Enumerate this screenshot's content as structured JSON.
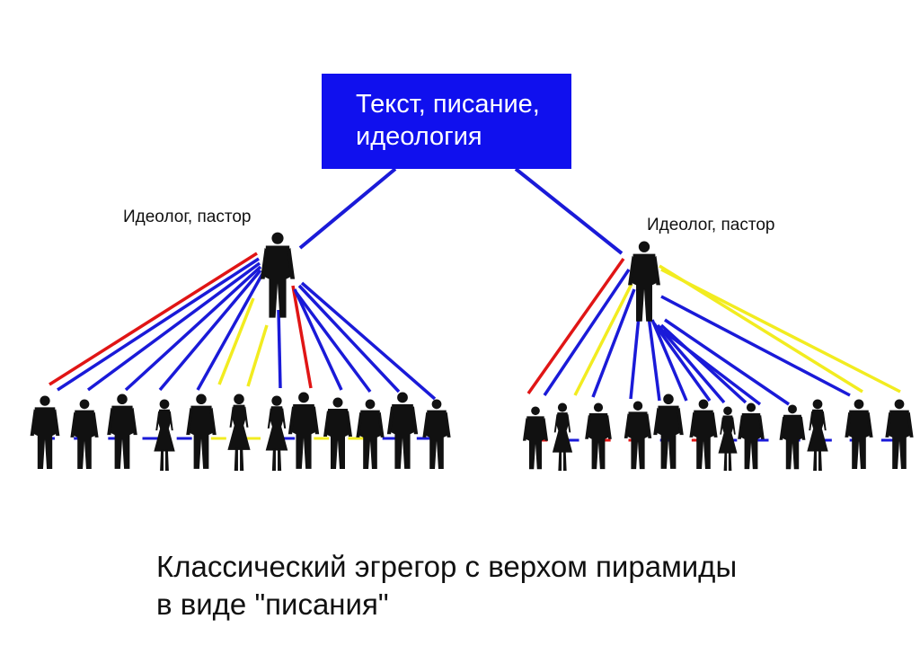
{
  "top": {
    "line1": "Текст, писание,",
    "line2": "идеология"
  },
  "leaders": [
    {
      "label": "Идеолог, пастор"
    },
    {
      "label": "Идеолог, пастор"
    }
  ],
  "caption": {
    "line1": "Классический эгрегор с верхом пирамиды",
    "line2": "в виде \"писания\""
  },
  "colors": {
    "box": "#1010ee",
    "blue": "#1a1ad8",
    "red": "#e01515",
    "yellow": "#f2ec20",
    "silhouette": "#111111"
  },
  "groups": [
    {
      "links": [
        "red",
        "blue",
        "blue",
        "blue",
        "blue",
        "blue",
        "yellow",
        "yellow",
        "blue",
        "red",
        "blue",
        "blue",
        "blue",
        "blue"
      ],
      "figures": [
        "m",
        "m",
        "m",
        "f",
        "m",
        "f",
        "f",
        "m",
        "m",
        "m",
        "m",
        "m"
      ]
    },
    {
      "links": [
        "red",
        "blue",
        "yellow",
        "blue",
        "blue",
        "blue",
        "blue",
        "blue",
        "blue",
        "blue",
        "blue",
        "blue",
        "blue",
        "yellow",
        "yellow"
      ],
      "figures": [
        "m",
        "f",
        "m",
        "m",
        "m",
        "m",
        "f",
        "m",
        "m",
        "f",
        "m",
        "m"
      ]
    }
  ]
}
